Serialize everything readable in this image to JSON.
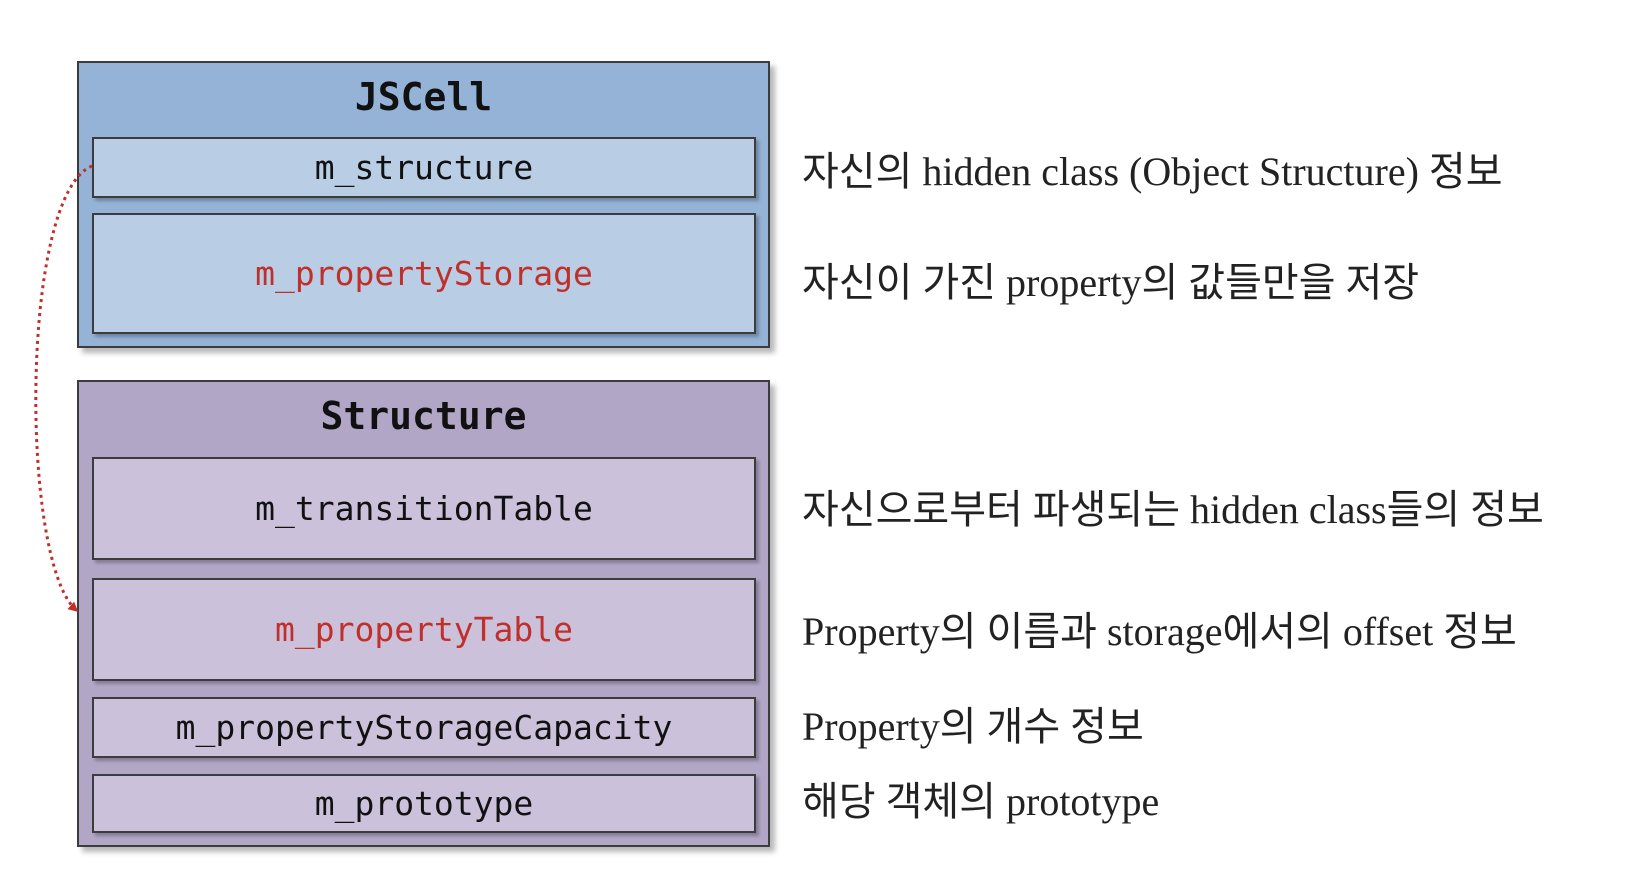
{
  "colors": {
    "jscell_box": "#95b3d7",
    "jscell_field": "#b9cde5",
    "structure_box": "#b1a6c6",
    "structure_field": "#ccc1da",
    "highlight_text": "#c0302a",
    "normal_text": "#111111",
    "arrow": "#c0302a"
  },
  "jscell": {
    "title": "JSCell",
    "fields": [
      {
        "label": "m_structure",
        "highlight": false
      },
      {
        "label": "m_propertyStorage",
        "highlight": true
      }
    ]
  },
  "structure": {
    "title": "Structure",
    "fields": [
      {
        "label": "m_transitionTable",
        "highlight": false
      },
      {
        "label": "m_propertyTable",
        "highlight": true
      },
      {
        "label": "m_propertyStorageCapacity",
        "highlight": false
      },
      {
        "label": "m_prototype",
        "highlight": false
      }
    ]
  },
  "descriptions": [
    "자신의 hidden class (Object Structure) 정보",
    "자신이 가진 property의 값들만을 저장",
    "자신으로부터 파생되는 hidden class들의 정보",
    "Property의 이름과 storage에서의 offset 정보",
    "Property의 개수 정보",
    "해당 객체의 prototype"
  ]
}
